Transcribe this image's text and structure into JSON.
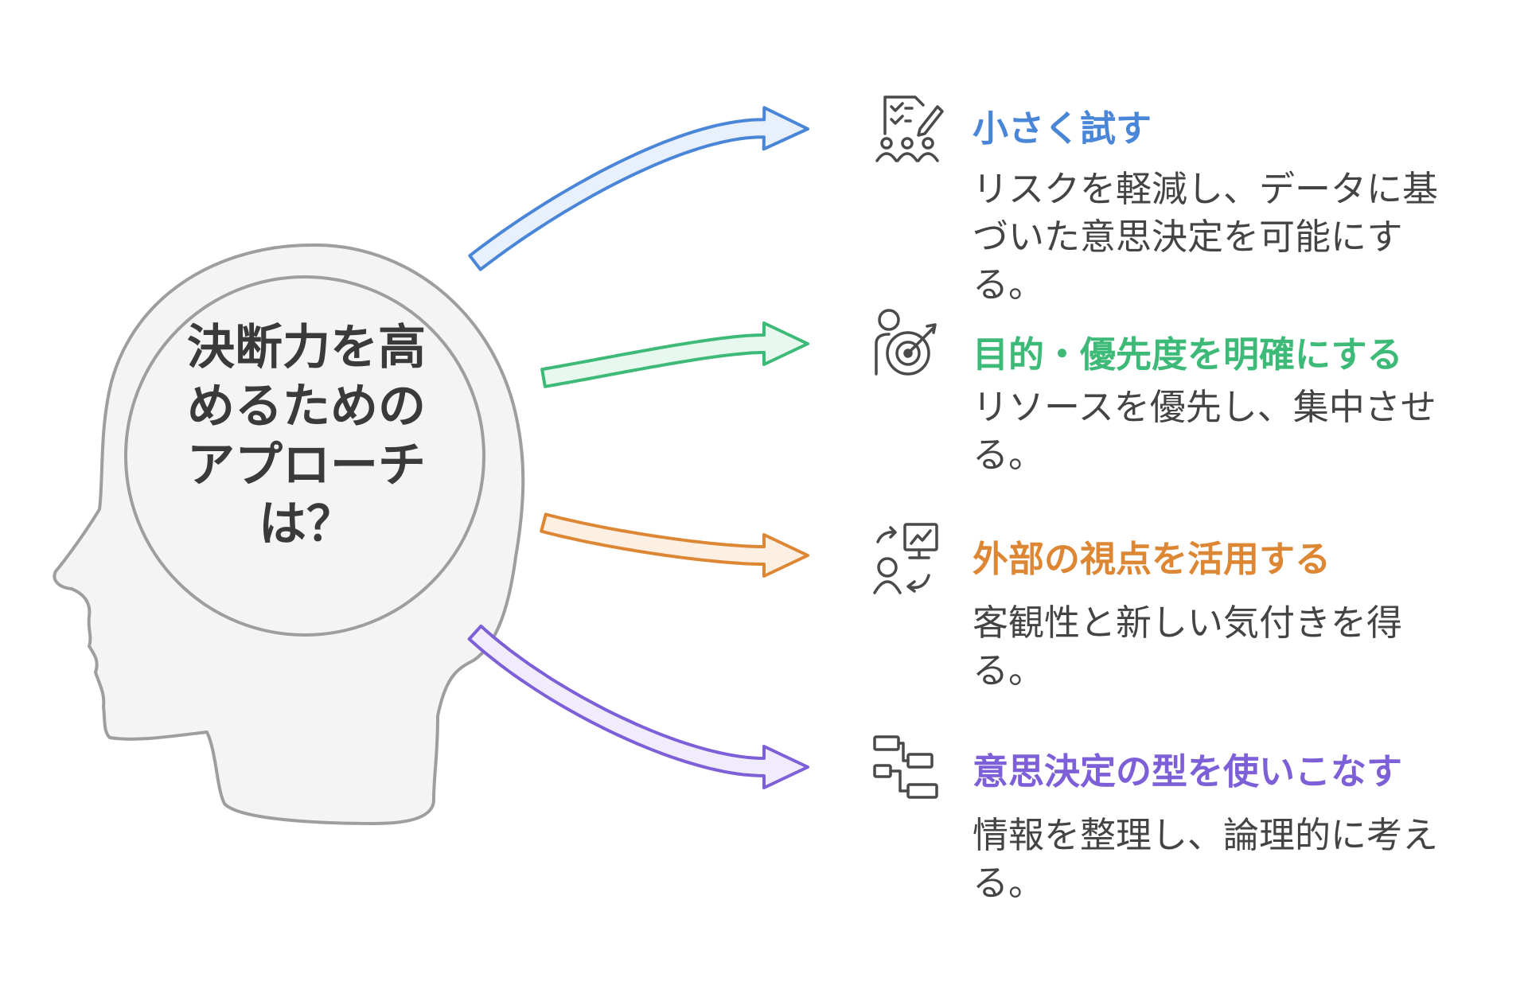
{
  "central_question": {
    "lines": [
      "決断力を高",
      "めるための",
      "アプローチ",
      "は？"
    ]
  },
  "branches": [
    {
      "title": "小さく試す",
      "description_lines": [
        "リスクを軽減し、データに基",
        "づいた意思決定を可能にす",
        "る。"
      ],
      "color": "#4a86d8",
      "fill": "#e8f0fc",
      "icon": "checklist-team-icon"
    },
    {
      "title": "目的・優先度を明確にする",
      "description_lines": [
        "リソースを優先し、集中させ",
        "る。"
      ],
      "color": "#3dba78",
      "fill": "#e7f8ee",
      "icon": "person-target-icon"
    },
    {
      "title": "外部の視点を活用する",
      "description_lines": [
        "客観性と新しい気付きを得",
        "る。"
      ],
      "color": "#dd8735",
      "fill": "#fdf0e3",
      "icon": "person-chart-exchange-icon"
    },
    {
      "title": "意思決定の型を使いこなす",
      "description_lines": [
        "情報を整理し、論理的に考え",
        "る。"
      ],
      "color": "#7d5fd8",
      "fill": "#f0ecfc",
      "icon": "flowchart-icon"
    }
  ]
}
